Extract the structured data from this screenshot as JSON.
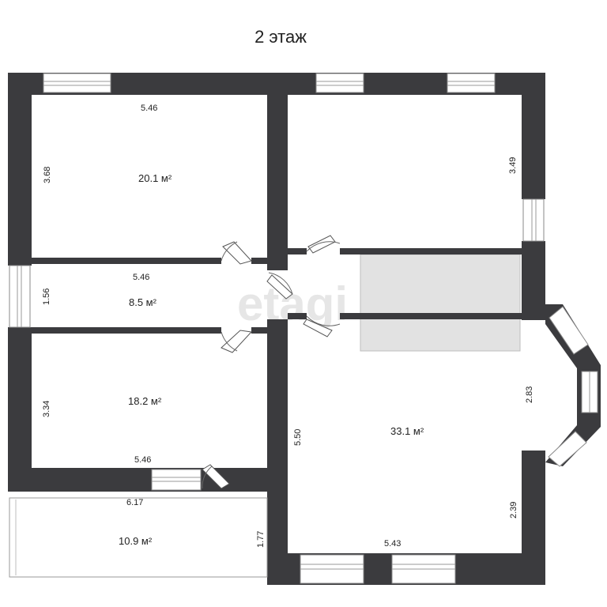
{
  "floor_title": "2 этаж",
  "watermark": "etagi",
  "rooms": [
    {
      "id": "room-top-left",
      "area": "20.1 м²",
      "dims": [
        "5.46",
        "3.68"
      ]
    },
    {
      "id": "room-top-right",
      "dims": [
        "3.49"
      ]
    },
    {
      "id": "corridor",
      "area": "8.5 м²",
      "dims": [
        "5.46",
        "1.56"
      ]
    },
    {
      "id": "room-mid-left",
      "area": "18.2 м²",
      "dims": [
        "3.34",
        "5.46"
      ]
    },
    {
      "id": "balcony",
      "area": "10.9 м²",
      "dims": [
        "6.17",
        "1.77"
      ]
    },
    {
      "id": "living-room",
      "area": "33.1 м²",
      "dims": [
        "5.50",
        "2.83",
        "2.39",
        "5.43"
      ]
    }
  ]
}
